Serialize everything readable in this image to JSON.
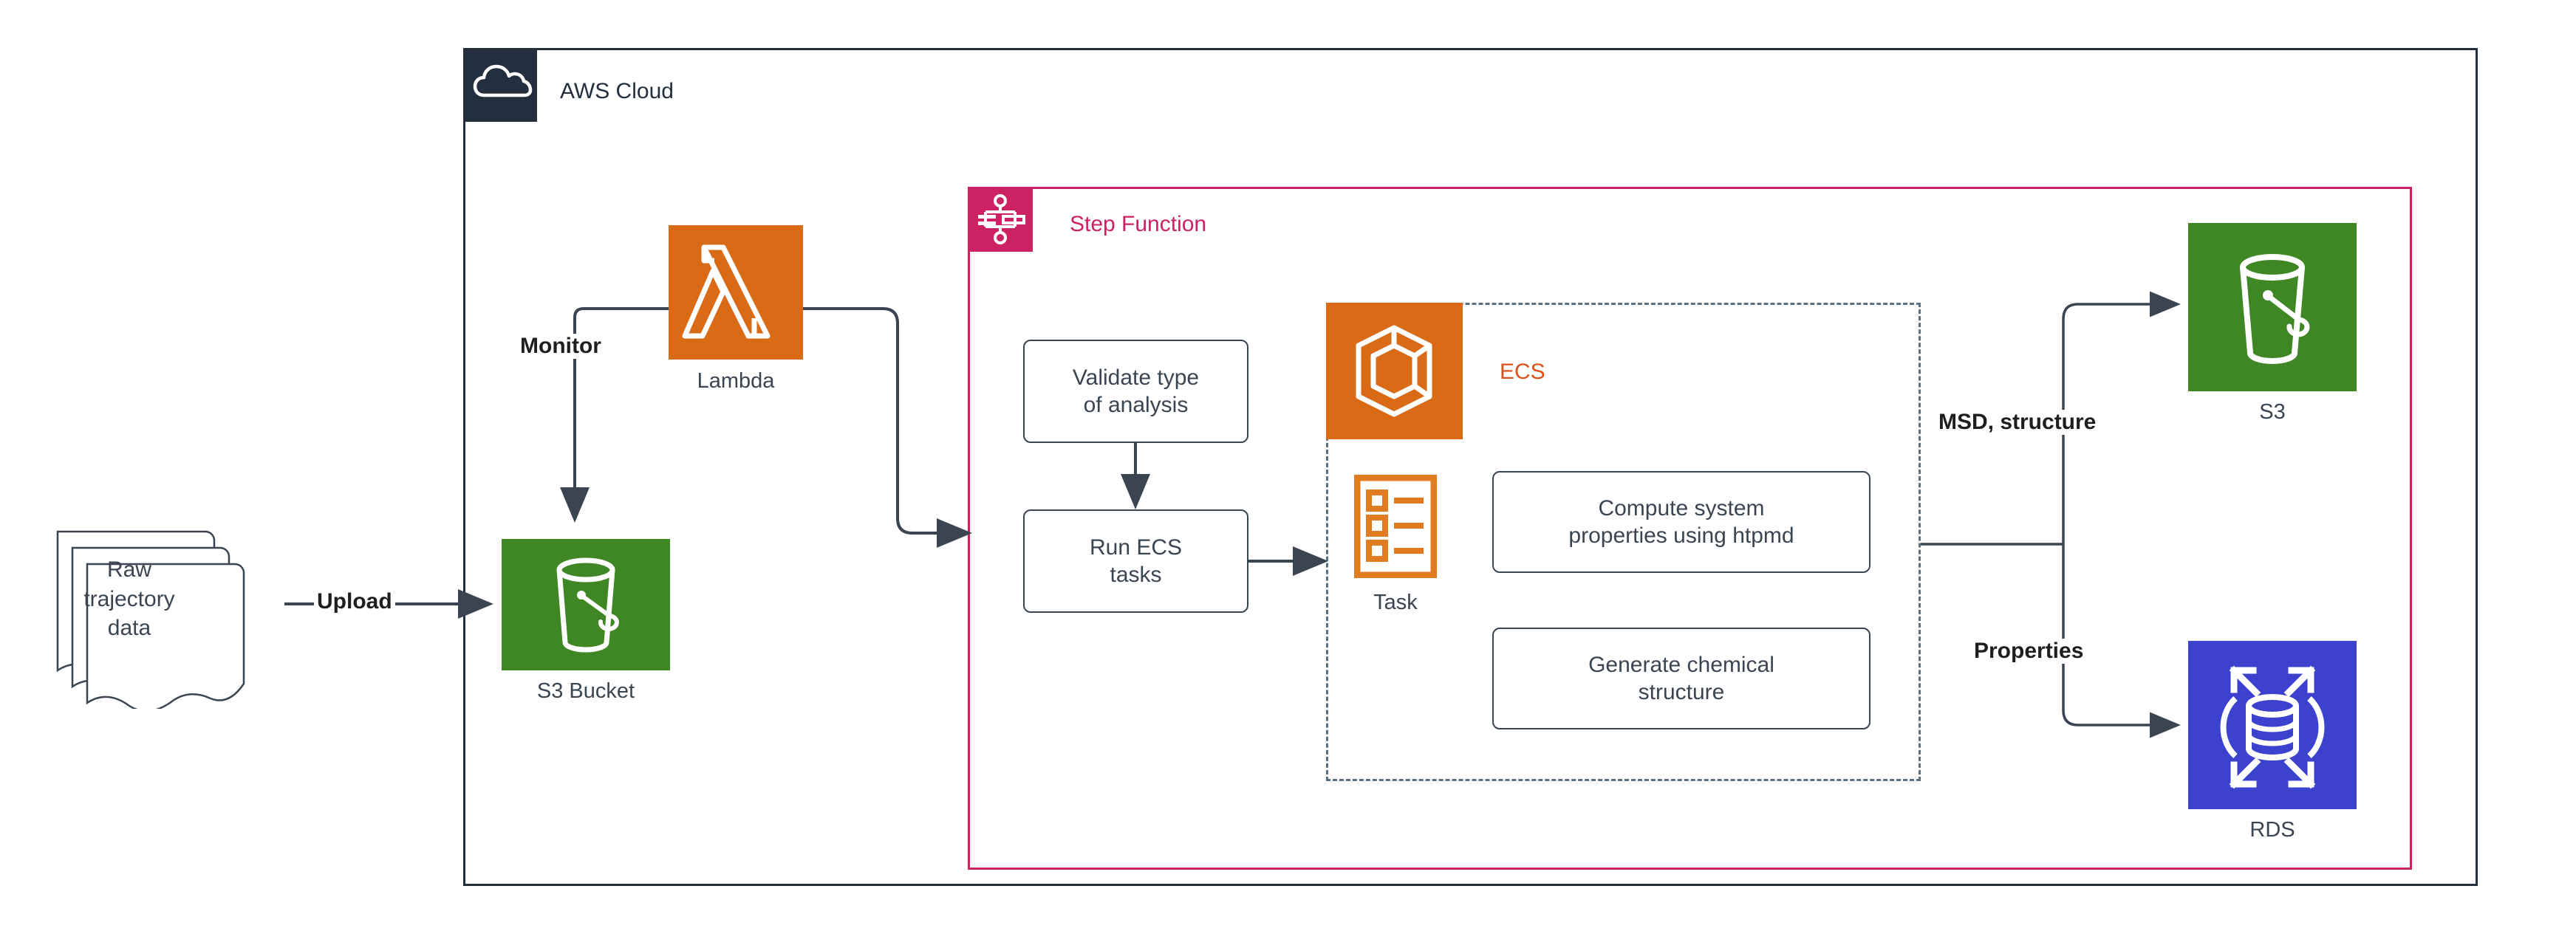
{
  "diagram": {
    "title": "AWS molecular dynamics analysis pipeline",
    "colors": {
      "aws_navy": "#232F3E",
      "lambda_orange": "#D96A16",
      "ecs_orange": "#D96A16",
      "ecs_label_orange": "#D9541C",
      "s3_green": "#3F8624",
      "rds_blue": "#3C41CE",
      "stepfunction_crimson": "#CC2264",
      "edge_gray": "#3B4552",
      "dashed_border": "#5A7184"
    }
  },
  "containers": {
    "aws_cloud": {
      "label": "AWS Cloud",
      "icon": "cloud-icon"
    },
    "step_function": {
      "label": "Step Function",
      "icon": "step-function-icon"
    },
    "ecs": {
      "label": "ECS",
      "icon": "ecs-icon"
    }
  },
  "source": {
    "documents_label": "Raw\ntrajectory\ndata",
    "documents_line1": "Raw",
    "documents_line2": "trajectory",
    "documents_line3": "data",
    "icon": "document-stack-icon"
  },
  "services": [
    {
      "id": "s3-bucket",
      "caption": "S3 Bucket",
      "icon": "s3-bucket-icon",
      "color": "#3F8624"
    },
    {
      "id": "lambda",
      "caption": "Lambda",
      "icon": "lambda-icon",
      "color": "#D96A16"
    },
    {
      "id": "task",
      "caption": "Task",
      "icon": "task-list-icon",
      "color": "#D96A16"
    },
    {
      "id": "s3-output",
      "caption": "S3",
      "icon": "s3-bucket-icon",
      "color": "#3F8624"
    },
    {
      "id": "rds",
      "caption": "RDS",
      "icon": "rds-icon",
      "color": "#3C41CE"
    }
  ],
  "process_boxes": [
    {
      "id": "validate",
      "line1": "Validate type",
      "line2": "of analysis"
    },
    {
      "id": "run-ecs",
      "line1": "Run ECS",
      "line2": "tasks"
    },
    {
      "id": "compute-properties",
      "line1": "Compute system",
      "line2": "properties using htpmd"
    },
    {
      "id": "generate-structure",
      "line1": "Generate chemical",
      "line2": "structure"
    }
  ],
  "edge_labels": [
    {
      "id": "upload",
      "text": "Upload"
    },
    {
      "id": "monitor",
      "text": "Monitor"
    },
    {
      "id": "msd-structure",
      "text": "MSD, structure"
    },
    {
      "id": "properties",
      "text": "Properties"
    }
  ]
}
